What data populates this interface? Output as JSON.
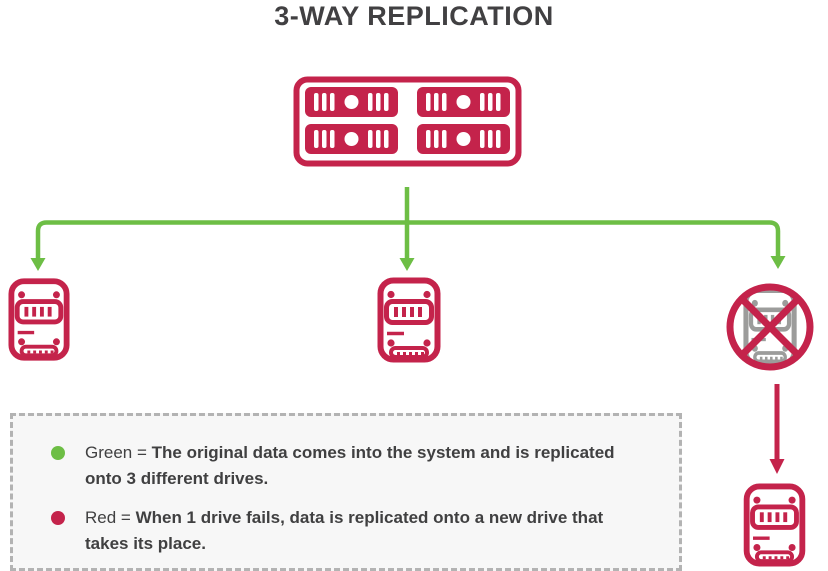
{
  "title": "3-WAY REPLICATION",
  "palette": {
    "red": "#C4234B",
    "green": "#6DBE45",
    "gray": "#9C9C9B",
    "title_color": "#414042",
    "text_color": "#404041",
    "legend_bg": "#F7F7F7",
    "legend_border": "#B3B3B3"
  },
  "diagram": {
    "server_drive_bays": 4,
    "replica_drives": 3,
    "failed_drives": 1,
    "replacement_drives": 1
  },
  "legend": {
    "items": [
      {
        "bullet": "green",
        "prefix": "Green = ",
        "bold": "The original data comes into the system and is replicated onto 3 different drives."
      },
      {
        "bullet": "red",
        "prefix": "Red = ",
        "bold": "When 1 drive fails, data is replicated onto a new drive that takes its place."
      }
    ]
  }
}
